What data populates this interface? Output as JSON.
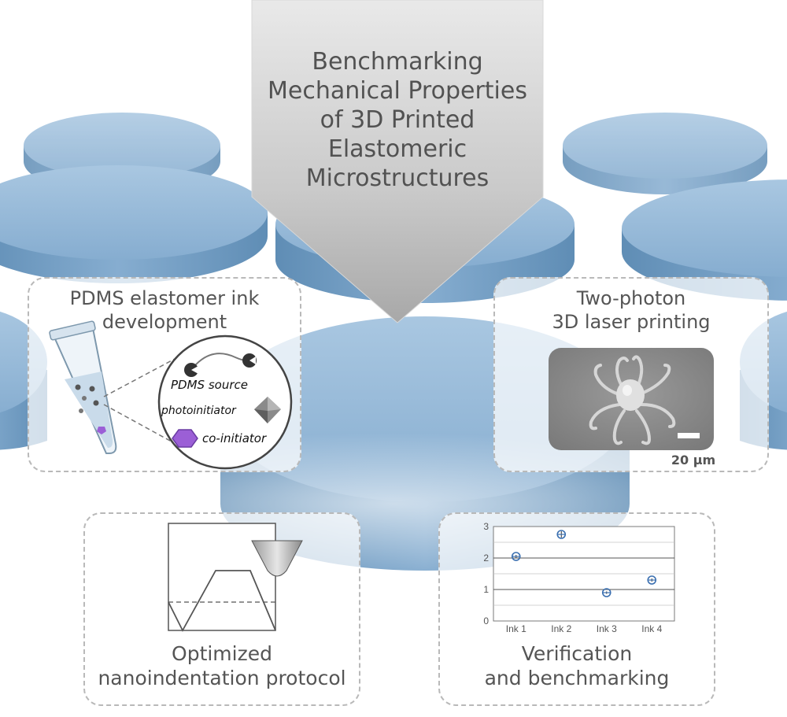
{
  "main_title": [
    "Benchmarking",
    "Mechanical Properties",
    "of 3D Printed",
    "Elastomeric",
    "Microstructures"
  ],
  "panels": {
    "ink": {
      "title": [
        "PDMS elastomer ink",
        "development"
      ],
      "labels": {
        "source": "PDMS source",
        "photoinitiator": "photoinitiator",
        "coinitiator": "co-initiator"
      },
      "colors": {
        "coinitiator": "#9b5fd6"
      }
    },
    "printing": {
      "title": [
        "Two-photon",
        "3D laser printing"
      ],
      "scale_bar": "20 μm"
    },
    "nanoindentation": {
      "title": [
        "Optimized",
        "nanoindentation protocol"
      ]
    },
    "verification": {
      "title": [
        "Verification",
        "and benchmarking"
      ]
    }
  },
  "colors": {
    "disc": "#8fb4d4",
    "accent": "#3a6fb0"
  },
  "chart_data": {
    "type": "scatter",
    "categories": [
      "Ink 1",
      "Ink 2",
      "Ink 3",
      "Ink 4"
    ],
    "values": [
      2.05,
      2.75,
      0.9,
      1.3
    ],
    "errors": [
      0.05,
      0.1,
      0.04,
      0.05
    ],
    "yticks": [
      0,
      1,
      2,
      3
    ],
    "ylim": [
      0,
      3
    ],
    "grid": true,
    "title": "",
    "xlabel": "",
    "ylabel": ""
  }
}
